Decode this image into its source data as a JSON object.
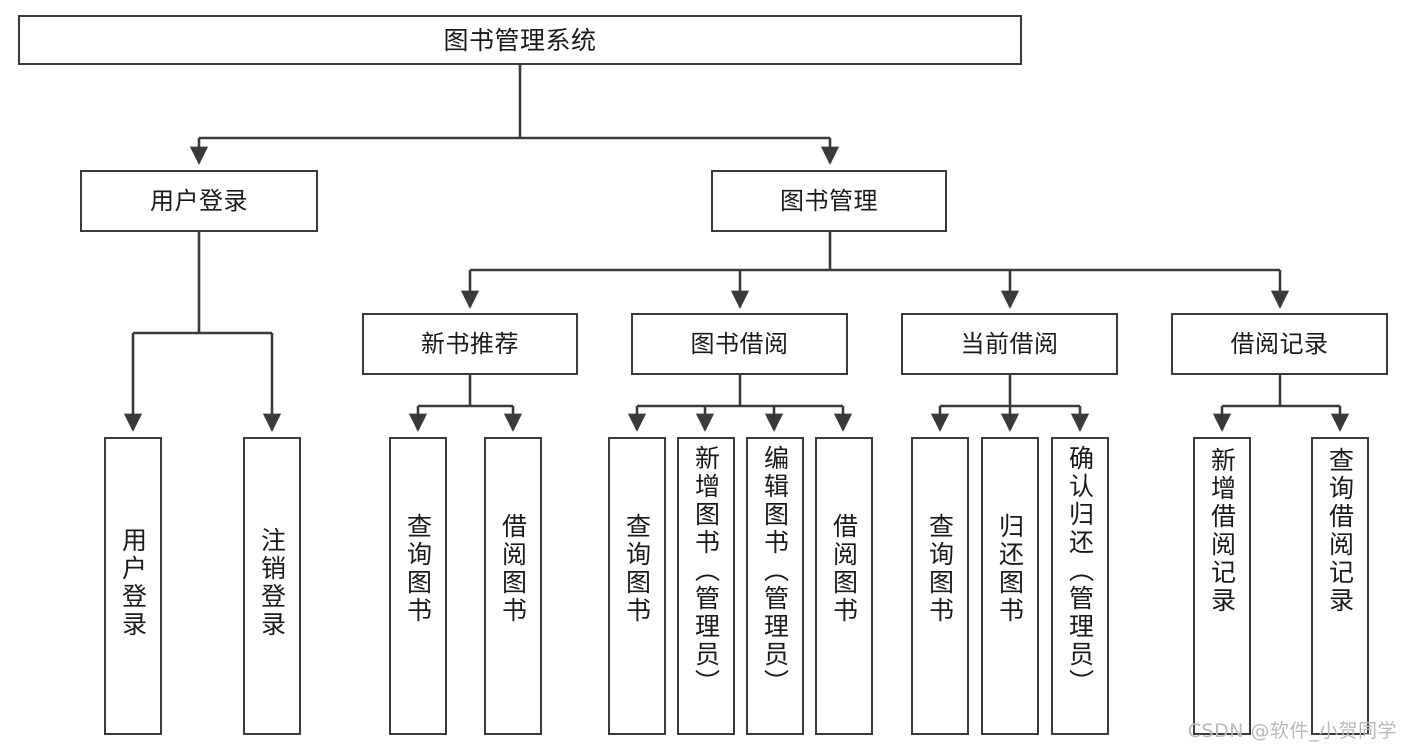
{
  "diagram": {
    "title": "图书管理系统",
    "type": "tree-hierarchy",
    "root": {
      "id": "root",
      "label": "图书管理系统"
    },
    "level2": [
      {
        "id": "user-login",
        "label": "用户登录"
      },
      {
        "id": "book-manage",
        "label": "图书管理"
      }
    ],
    "level3": [
      {
        "id": "new-book-recommend",
        "label": "新书推荐"
      },
      {
        "id": "book-borrow",
        "label": "图书借阅"
      },
      {
        "id": "current-borrow",
        "label": "当前借阅"
      },
      {
        "id": "borrow-record",
        "label": "借阅记录"
      }
    ],
    "leaves": {
      "user_login": [
        {
          "id": "leaf-user-login",
          "label": "用户登录"
        },
        {
          "id": "leaf-user-logout",
          "label": "注销登录"
        }
      ],
      "new_book_recommend": [
        {
          "id": "leaf-query-book-1",
          "label": "查询图书"
        },
        {
          "id": "leaf-borrow-book-1",
          "label": "借阅图书"
        }
      ],
      "book_borrow": [
        {
          "id": "leaf-query-book-2",
          "label": "查询图书"
        },
        {
          "id": "leaf-add-book",
          "label": "新增图书（管理员）"
        },
        {
          "id": "leaf-edit-book",
          "label": "编辑图书（管理员）"
        },
        {
          "id": "leaf-borrow-book-2",
          "label": "借阅图书"
        }
      ],
      "current_borrow": [
        {
          "id": "leaf-query-book-3",
          "label": "查询图书"
        },
        {
          "id": "leaf-return-book",
          "label": "归还图书"
        },
        {
          "id": "leaf-confirm-return",
          "label": "确认归还（管理员）"
        }
      ],
      "borrow_record": [
        {
          "id": "leaf-add-record",
          "label": "新增借阅记录"
        },
        {
          "id": "leaf-query-record",
          "label": "查询借阅记录"
        }
      ]
    }
  },
  "watermark": {
    "text": "CSDN @软件_小贺同学"
  },
  "colors": {
    "stroke": "#3a3a3a",
    "background": "#ffffff",
    "text": "#1a1a1a",
    "watermark": "#b9b9b9"
  }
}
